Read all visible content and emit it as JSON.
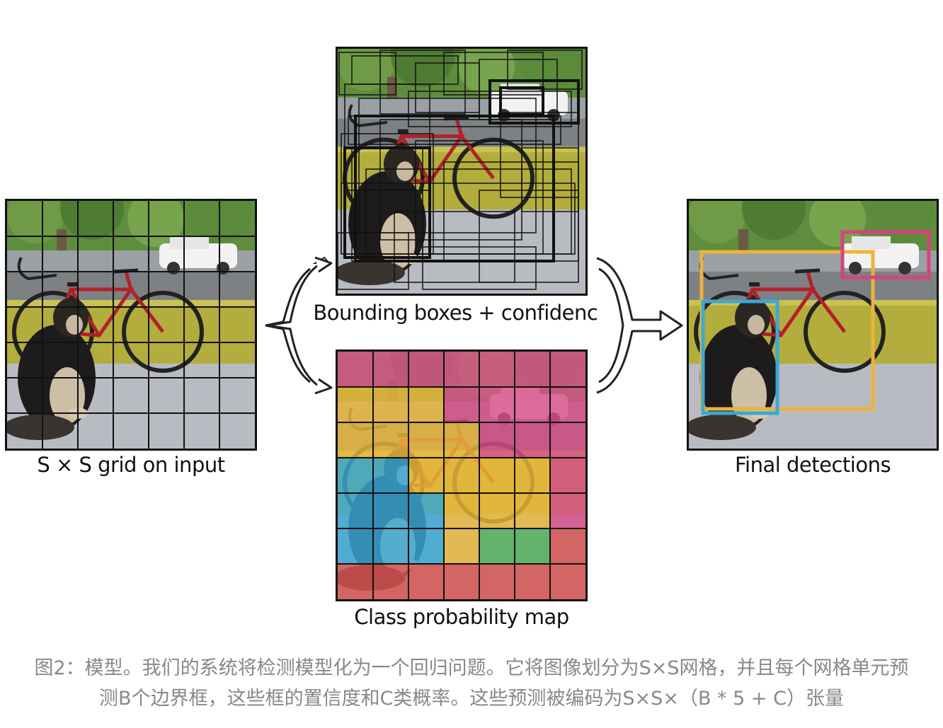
{
  "panels": {
    "input_label": "S × S grid on input",
    "boxes_label": "Bounding boxes + confidence",
    "classmap_label": "Class probability map",
    "final_label": "Final detections"
  },
  "class_map": {
    "rows": [
      [
        "magenta",
        "magenta",
        "magenta",
        "magenta",
        "magenta",
        "magenta",
        "magenta"
      ],
      [
        "yellow",
        "yellow",
        "yellow",
        "magenta",
        "magenta",
        "magenta",
        "magenta"
      ],
      [
        "yellow",
        "yellow",
        "yellow",
        "yellow",
        "magenta",
        "magenta",
        "magenta"
      ],
      [
        "blue",
        "blue",
        "yellow",
        "yellow",
        "yellow",
        "yellow",
        "magenta"
      ],
      [
        "blue",
        "blue",
        "blue",
        "yellow",
        "yellow",
        "yellow",
        "magenta"
      ],
      [
        "blue",
        "blue",
        "blue",
        "yellow",
        "green",
        "green",
        "red"
      ],
      [
        "red",
        "red",
        "red",
        "red",
        "red",
        "red",
        "red"
      ]
    ],
    "colors": {
      "magenta": "#d94f8a",
      "yellow": "#ecb93a",
      "blue": "#3aa9d6",
      "green": "#4fb35a",
      "red": "#d9524f"
    }
  },
  "detections": {
    "dog_color": "#3aa9d6",
    "bicycle_color": "#ecb33a",
    "car_color": "#d9427e"
  },
  "caption": {
    "line1": "图2：模型。我们的系统将检测模型化为一个回归问题。它将图像划分为S×S网格，并且每个网格单元预",
    "line2": "测B个边界框，这些框的置信度和C类概率。这些预测被编码为S×S×（B * 5 + C）张量"
  }
}
